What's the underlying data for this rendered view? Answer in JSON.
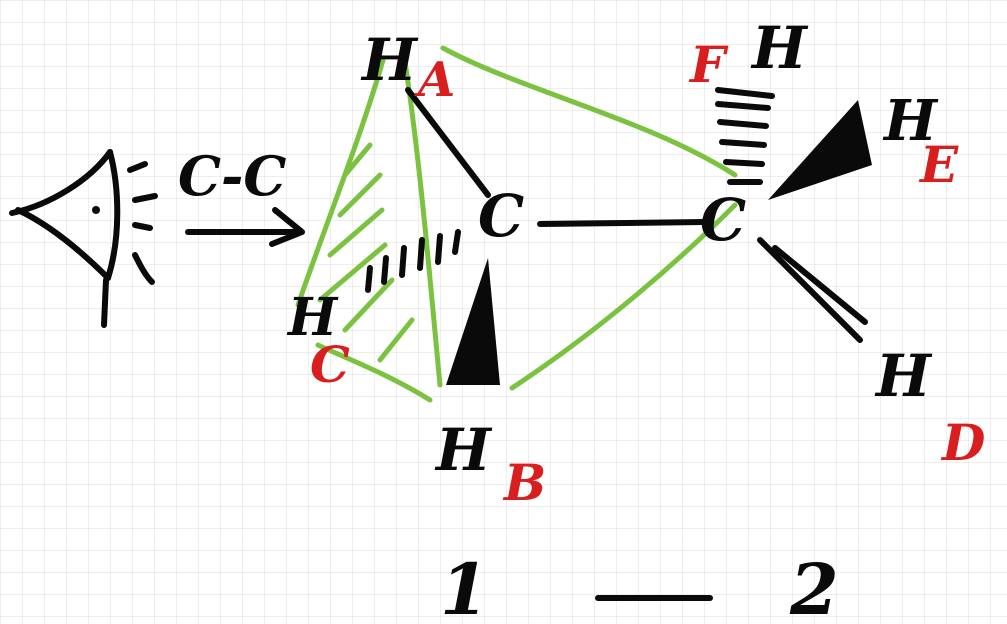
{
  "view": {
    "note": "C-C"
  },
  "carbons": {
    "front": "C",
    "back": "C"
  },
  "hydrogens": {
    "front_top": "H",
    "front_left": "H",
    "front_bottom": "H",
    "back_top": "H",
    "back_right": "H",
    "back_bottom": "H"
  },
  "letters": {
    "a": "A",
    "b": "B",
    "c": "C",
    "d": "D",
    "e": "E",
    "f": "F"
  },
  "carbon_numbers": {
    "first": "1",
    "second": "2"
  },
  "colors": {
    "ink": "#0a0a0a",
    "green": "#7cc241",
    "red": "#d81e1e",
    "grid": "#dcdcdc"
  }
}
